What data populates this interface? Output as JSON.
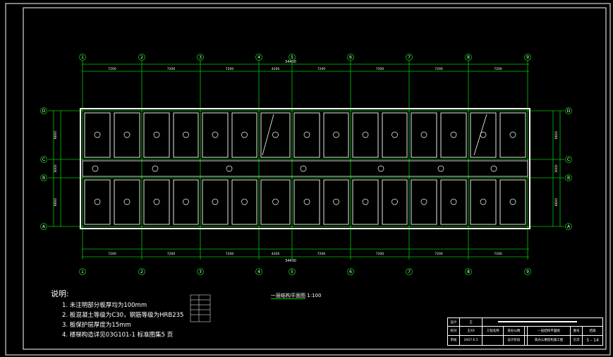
{
  "drawing": {
    "top_total": "34430",
    "bottom_total": "34430",
    "axes_x": [
      "1",
      "2",
      "3",
      "4",
      "5",
      "6",
      "7",
      "8",
      "9"
    ],
    "axes_y": [
      "D",
      "C",
      "B",
      "A"
    ],
    "top_spans": [
      "7200",
      "7200",
      "7200",
      "4200",
      "7200",
      "7200",
      "7200",
      "7200"
    ],
    "bottom_spans": [
      "7200",
      "7200",
      "7200",
      "4200",
      "7200",
      "7200",
      "7200",
      "7200"
    ],
    "left_dims": [
      "6600",
      "3000",
      "6600"
    ],
    "right_dims": [
      "6600",
      "3000",
      "6600"
    ],
    "caption": "一层结构平面图",
    "caption_scale": "1:100"
  },
  "notes": {
    "heading": "说明:",
    "items": [
      "1. 未注明部分板厚均为100mm",
      "2. 板混凝土等级为C30，钢筋等级为HRB235",
      "3. 板保护层厚度为15mm",
      "4. 楼梯构造详见03G101-1  标准图集5 页"
    ]
  },
  "title_block": {
    "r1": [
      "设计",
      "王",
      "",
      "",
      "",
      "",
      ""
    ],
    "r2": [
      "校对",
      "王XX",
      "工程名称",
      "某办公楼",
      "",
      "一层结构平面图",
      "图号",
      "结施"
    ],
    "r3": [
      "审核",
      "2007.6.5",
      "",
      "设计阶段",
      "",
      "某办公楼结构施工图",
      "页次",
      "5 - 14"
    ]
  },
  "colors": {
    "background": "#000000",
    "lines": "#ffffff",
    "dims": "#00c800",
    "axis_bubble": "#00c800"
  }
}
